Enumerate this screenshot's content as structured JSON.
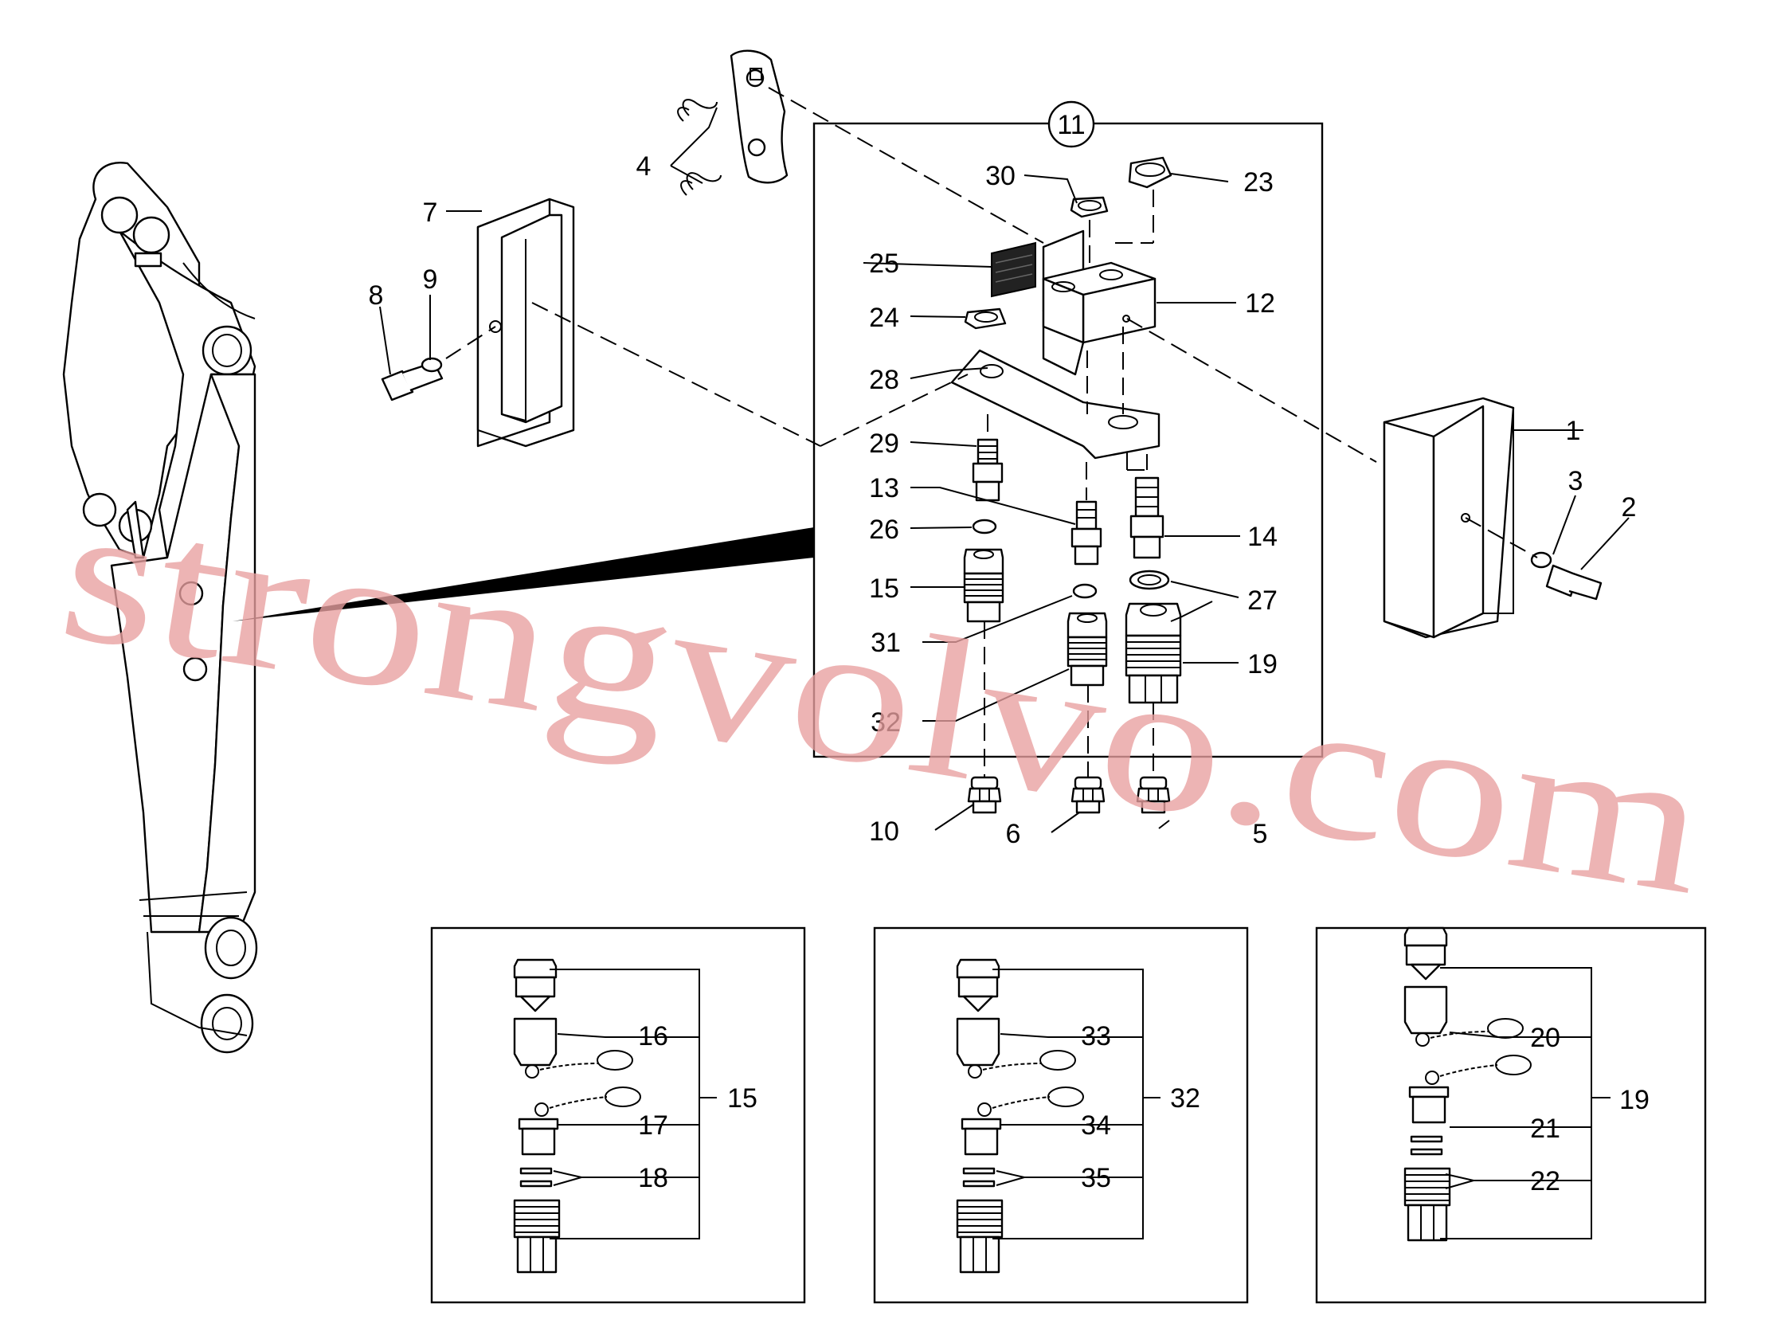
{
  "watermark": "strongvolvo.com",
  "callouts": {
    "c1": "1",
    "c2": "2",
    "c3": "3",
    "c4": "4",
    "c5": "5",
    "c6": "6",
    "c7": "7",
    "c8": "8",
    "c9": "9",
    "c10": "10",
    "c11": "11",
    "c12": "12",
    "c13": "13",
    "c14": "14",
    "c15": "15",
    "c19": "19",
    "c23": "23",
    "c24": "24",
    "c25": "25",
    "c26": "26",
    "c27": "27",
    "c28": "28",
    "c29": "29",
    "c30": "30",
    "c31": "31",
    "c32": "32"
  },
  "detail_15": {
    "group": "15",
    "a": "16",
    "b": "17",
    "c": "18"
  },
  "detail_32": {
    "group": "32",
    "a": "33",
    "b": "34",
    "c": "35"
  },
  "detail_19": {
    "group": "19",
    "a": "20",
    "b": "21",
    "c": "22"
  }
}
